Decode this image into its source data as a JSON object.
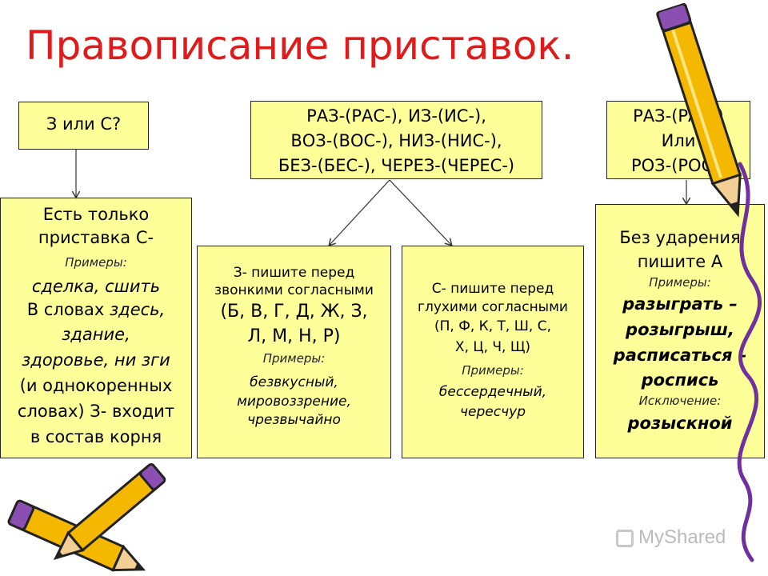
{
  "title": "Правописание приставок.",
  "boxes": {
    "q": {
      "text": "З или С?"
    },
    "prefixes": {
      "lines": [
        "РАЗ-(РАС-), ИЗ-(ИС-),",
        "ВОЗ-(ВОС-), НИЗ-(НИС-),",
        "БЕЗ-(БЕС-), ЧЕРЕЗ-(ЧЕРЕС-)"
      ]
    },
    "raz_roz": {
      "lines": [
        "РАЗ-(РАС-)",
        "Или",
        "РОЗ-(РОС-)"
      ]
    },
    "only_s": {
      "line1": "Есть только",
      "line2": "приставка С-",
      "examples_label": "Примеры:",
      "ex1": "сделка, сшить",
      "ex2_pre": "В словах ",
      "ex2_word": "здесь,",
      "ex3": "здание,",
      "ex4": "здоровье, ни зги",
      "ex5": "(и однокоренных",
      "ex6": "словах) З- входит",
      "ex7": "в состав корня"
    },
    "z": {
      "line1": "З- пишите перед",
      "line2": "звонкими согласными",
      "letters1": "(Б, В, Г, Д, Ж, З,",
      "letters2": "Л, М, Н, Р)",
      "examples_label": "Примеры:",
      "ex1": "безвкусный,",
      "ex2": "мировоззрение,",
      "ex3": "чрезвычайно"
    },
    "s": {
      "line1": "С- пишите перед",
      "line2": "глухими согласными",
      "letters1": "(П, Ф, К, Т, Ш, С,",
      "letters2": "Х, Ц, Ч, Щ)",
      "examples_label": "Примеры:",
      "ex1": "бессердечный,",
      "ex2": "чересчур"
    },
    "unstressed": {
      "line1": "Без ударения",
      "line2": "пишите А",
      "examples_label": "Примеры:",
      "ex1": "разыграть –",
      "ex2": "розыгрыш,",
      "ex3": "расписаться –",
      "ex4": "роспись",
      "exception_label": "Исключение:",
      "exception": "розыскной"
    }
  },
  "watermark": "MyShared",
  "colors": {
    "title": "#e01b1b",
    "box_fill": "#ffff99",
    "pencil": "#f5b800",
    "squiggle": "#7030a0"
  }
}
